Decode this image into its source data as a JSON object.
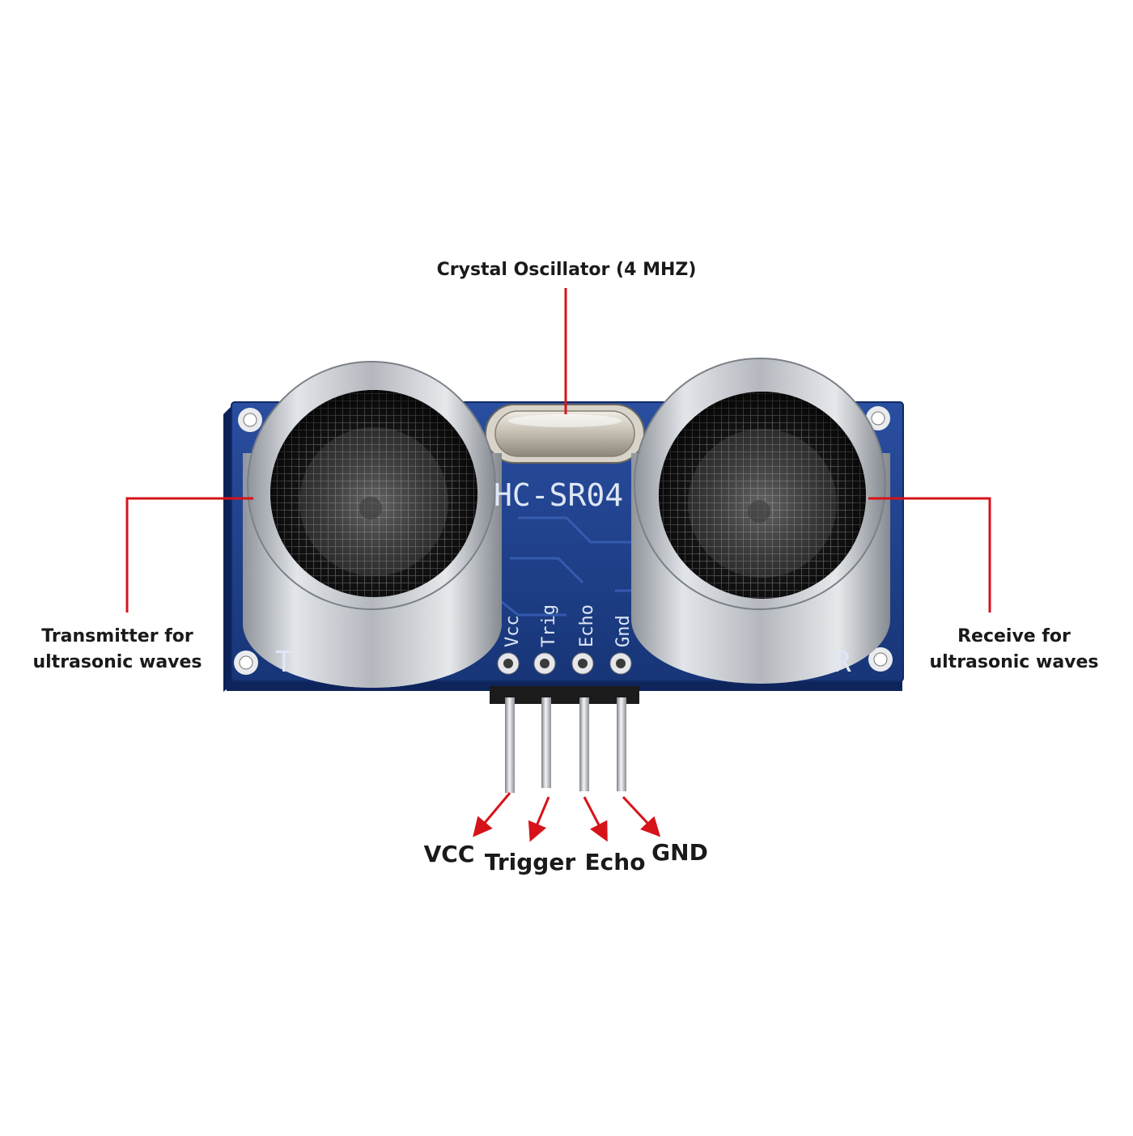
{
  "colors": {
    "callout": "#d7131a",
    "pcb": "#1f3f8f",
    "pcb_dark": "#102a66",
    "metal": "#c9ccd1",
    "label": "#1a1a1a"
  },
  "labels": {
    "oscillator": "Crystal Oscillator (4 MHZ)",
    "transmitter_line1": "Transmitter for",
    "transmitter_line2": "ultrasonic waves",
    "receiver_line1": "Receive for",
    "receiver_line2": "ultrasonic waves",
    "vcc": "VCC",
    "trigger": "Trigger",
    "echo": "Echo",
    "gnd": "GND"
  },
  "board": {
    "model": "HC-SR04",
    "pin_vcc": "Vcc",
    "pin_trig": "Trig",
    "pin_echo": "Echo",
    "pin_gnd": "Gnd",
    "mark_t": "T",
    "mark_r": "R"
  }
}
